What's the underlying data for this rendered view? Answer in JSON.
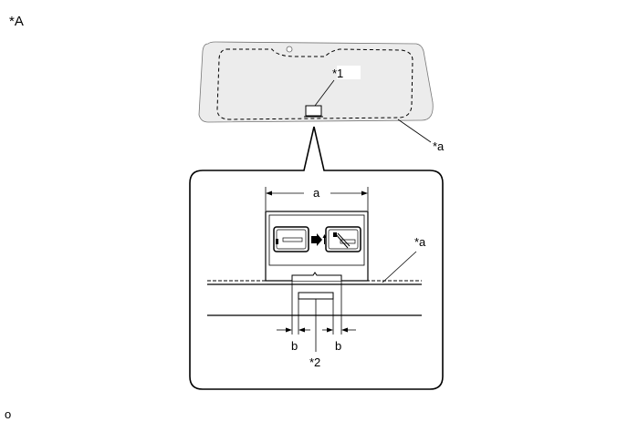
{
  "labels": {
    "view": "*A",
    "part1": "*1",
    "part2": "*2",
    "edge_glass": "*a",
    "edge_detail": "*a",
    "dim_a": "a",
    "dim_b_left": "b",
    "dim_b_right": "b",
    "corner": "o"
  },
  "colors": {
    "line": "#000000",
    "glass_fill": "#ececec",
    "background": "#ffffff"
  }
}
